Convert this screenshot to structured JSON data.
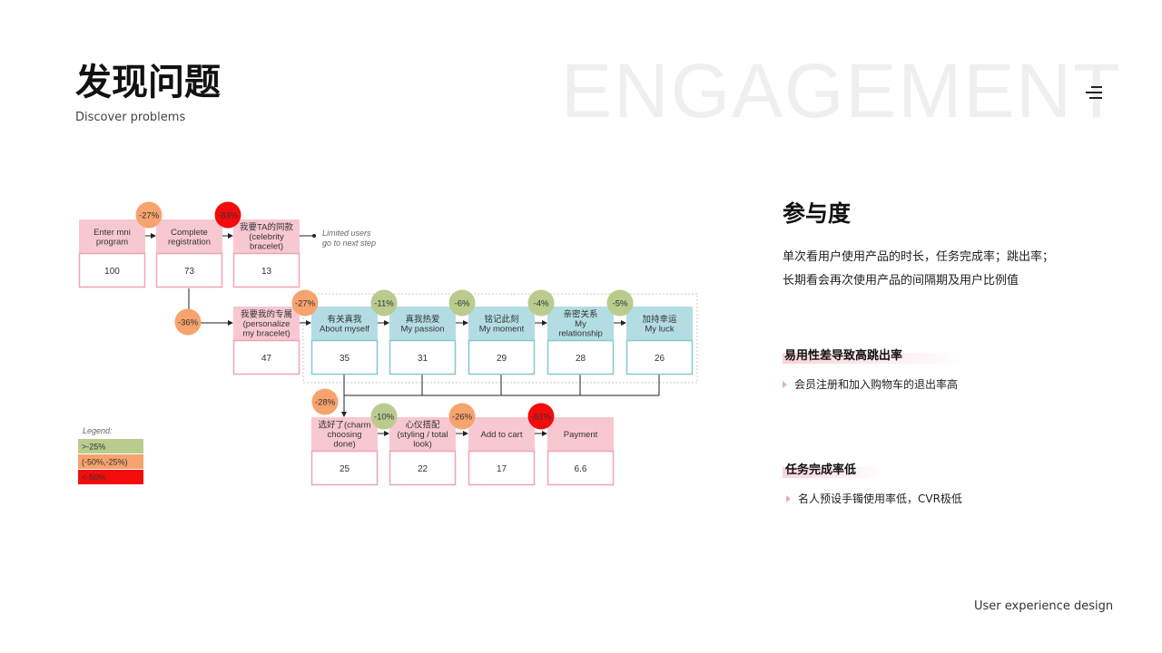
{
  "header": {
    "title": "发现问题",
    "subtitle": "Discover problems",
    "watermark": "ENGAGEMENT"
  },
  "footer": {
    "text": "User experience design"
  },
  "colors": {
    "pink_header": "#f7c8d1",
    "pink_border": "#f1a4b4",
    "teal_header": "#b3dde2",
    "teal_border": "#85c8cf",
    "green": "#b9cc8e",
    "orange": "#f6a36d",
    "red": "#f20c0c",
    "highlight": "#f9d4dc"
  },
  "diagram": {
    "side_note": [
      "Limited users",
      "go to next step"
    ],
    "legend": {
      "title": "Legend:",
      "items": [
        {
          "label": ">-25%",
          "color": "green"
        },
        {
          "label": "(-50%,-25%)",
          "color": "orange"
        },
        {
          "label": "<-50%",
          "color": "red"
        }
      ]
    },
    "nodes": [
      {
        "id": "n1",
        "lines": [
          "Enter mni",
          "program"
        ],
        "value": "100",
        "style": "pink"
      },
      {
        "id": "n2",
        "lines": [
          "Complete",
          "registration"
        ],
        "value": "73",
        "style": "pink"
      },
      {
        "id": "n3",
        "lines": [
          "我要TA的同款",
          "(celebrity",
          "bracelet)"
        ],
        "value": "13",
        "style": "pink"
      },
      {
        "id": "n4",
        "lines": [
          "我要我的专属",
          "(personalize",
          "my bracelet)"
        ],
        "value": "47",
        "style": "pink"
      },
      {
        "id": "n5",
        "lines": [
          "有关真我",
          "About myself"
        ],
        "value": "35",
        "style": "teal"
      },
      {
        "id": "n6",
        "lines": [
          "真我热爱",
          "My passion"
        ],
        "value": "31",
        "style": "teal"
      },
      {
        "id": "n7",
        "lines": [
          "铭记此刻",
          "My moment"
        ],
        "value": "29",
        "style": "teal"
      },
      {
        "id": "n8",
        "lines": [
          "亲密关系",
          "My",
          "relationship"
        ],
        "value": "28",
        "style": "teal"
      },
      {
        "id": "n9",
        "lines": [
          "加持幸运",
          "My luck"
        ],
        "value": "26",
        "style": "teal"
      },
      {
        "id": "n10",
        "lines": [
          "选好了(charm",
          "choosing",
          "done)"
        ],
        "value": "25",
        "style": "pink"
      },
      {
        "id": "n11",
        "lines": [
          "心仪搭配",
          "(styling / total",
          "look)"
        ],
        "value": "22",
        "style": "pink"
      },
      {
        "id": "n12",
        "lines": [
          "Add to cart"
        ],
        "value": "17",
        "style": "pink"
      },
      {
        "id": "n13",
        "lines": [
          "Payment"
        ],
        "value": "6.6",
        "style": "pink"
      }
    ],
    "badges": [
      {
        "id": "b1",
        "label": "-27%",
        "color": "orange"
      },
      {
        "id": "b2",
        "label": "-83%",
        "color": "red"
      },
      {
        "id": "b3",
        "label": "-36%",
        "color": "orange"
      },
      {
        "id": "b4",
        "label": "-27%",
        "color": "orange"
      },
      {
        "id": "b5",
        "label": "-11%",
        "color": "green"
      },
      {
        "id": "b6",
        "label": "-6%",
        "color": "green"
      },
      {
        "id": "b7",
        "label": "-4%",
        "color": "green"
      },
      {
        "id": "b8",
        "label": "-5%",
        "color": "green"
      },
      {
        "id": "b9",
        "label": "-28%",
        "color": "orange"
      },
      {
        "id": "b10",
        "label": "-10%",
        "color": "green"
      },
      {
        "id": "b11",
        "label": "-26%",
        "color": "orange"
      },
      {
        "id": "b12",
        "label": "-61%",
        "color": "red"
      }
    ]
  },
  "right_panel": {
    "title": "参与度",
    "desc_line1": "单次看用户使用产品的时长，任务完成率；跳出率；",
    "desc_line2": "长期看会再次使用产品的间隔期及用户比例值",
    "issues": [
      {
        "heading": "易用性差导致高跳出率",
        "bullet": "会员注册和加入购物车的退出率高"
      },
      {
        "heading": "任务完成率低",
        "bullet": "名人预设手镯使用率低，CVR极低"
      }
    ]
  }
}
